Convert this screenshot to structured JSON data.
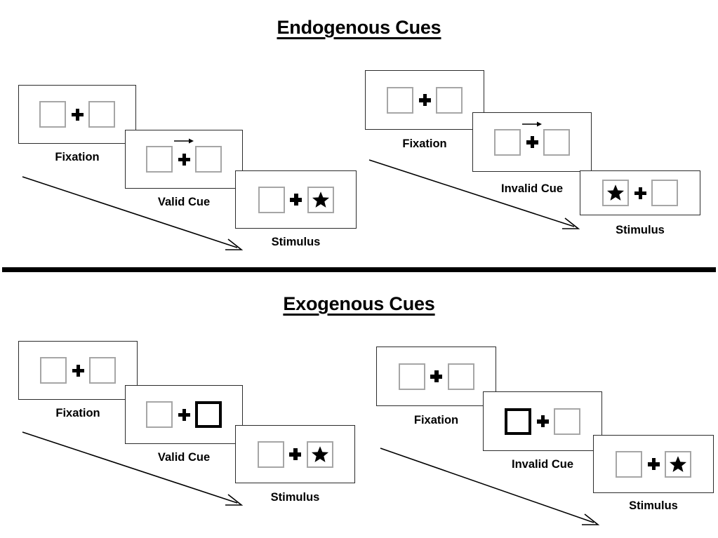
{
  "figure": {
    "kind": "posner-cueing-paradigm-diagram",
    "sections": [
      {
        "id": "endogenous",
        "title": "Endogenous Cues",
        "columns": [
          {
            "id": "valid",
            "frames": [
              {
                "id": "fixation",
                "caption": "Fixation",
                "left_box": "empty",
                "right_box": "empty",
                "center": "fixation-cross",
                "cue": "none"
              },
              {
                "id": "cue",
                "caption": "Valid Cue",
                "left_box": "empty",
                "right_box": "empty",
                "center": "fixation-cross",
                "cue": "arrow-right"
              },
              {
                "id": "stimulus",
                "caption": "Stimulus",
                "left_box": "empty",
                "right_box": "star",
                "center": "fixation-cross",
                "cue": "none"
              }
            ]
          },
          {
            "id": "invalid",
            "frames": [
              {
                "id": "fixation",
                "caption": "Fixation",
                "left_box": "empty",
                "right_box": "empty",
                "center": "fixation-cross",
                "cue": "none"
              },
              {
                "id": "cue",
                "caption": "Invalid Cue",
                "left_box": "empty",
                "right_box": "empty",
                "center": "fixation-cross",
                "cue": "arrow-right"
              },
              {
                "id": "stimulus",
                "caption": "Stimulus",
                "left_box": "star",
                "right_box": "empty",
                "center": "fixation-cross",
                "cue": "none"
              }
            ]
          }
        ]
      },
      {
        "id": "exogenous",
        "title": "Exogenous Cues",
        "columns": [
          {
            "id": "valid",
            "frames": [
              {
                "id": "fixation",
                "caption": "Fixation",
                "left_box": "empty",
                "right_box": "empty",
                "center": "fixation-cross",
                "cue": "none"
              },
              {
                "id": "cue",
                "caption": "Valid Cue",
                "left_box": "empty",
                "right_box": "highlighted",
                "center": "fixation-cross",
                "cue": "none"
              },
              {
                "id": "stimulus",
                "caption": "Stimulus",
                "left_box": "empty",
                "right_box": "star",
                "center": "fixation-cross",
                "cue": "none"
              }
            ]
          },
          {
            "id": "invalid",
            "frames": [
              {
                "id": "fixation",
                "caption": "Fixation",
                "left_box": "empty",
                "right_box": "empty",
                "center": "fixation-cross",
                "cue": "none"
              },
              {
                "id": "cue",
                "caption": "Invalid Cue",
                "left_box": "highlighted",
                "right_box": "empty",
                "center": "fixation-cross",
                "cue": "none"
              },
              {
                "id": "stimulus",
                "caption": "Stimulus",
                "left_box": "empty",
                "right_box": "star",
                "center": "fixation-cross",
                "cue": "none"
              }
            ]
          }
        ]
      }
    ],
    "colors": {
      "background": "#ffffff",
      "ink": "#000000",
      "panel_border": "#2b2b2b",
      "box_border": "#a6a6a6",
      "box_highlight_border": "#000000"
    }
  }
}
